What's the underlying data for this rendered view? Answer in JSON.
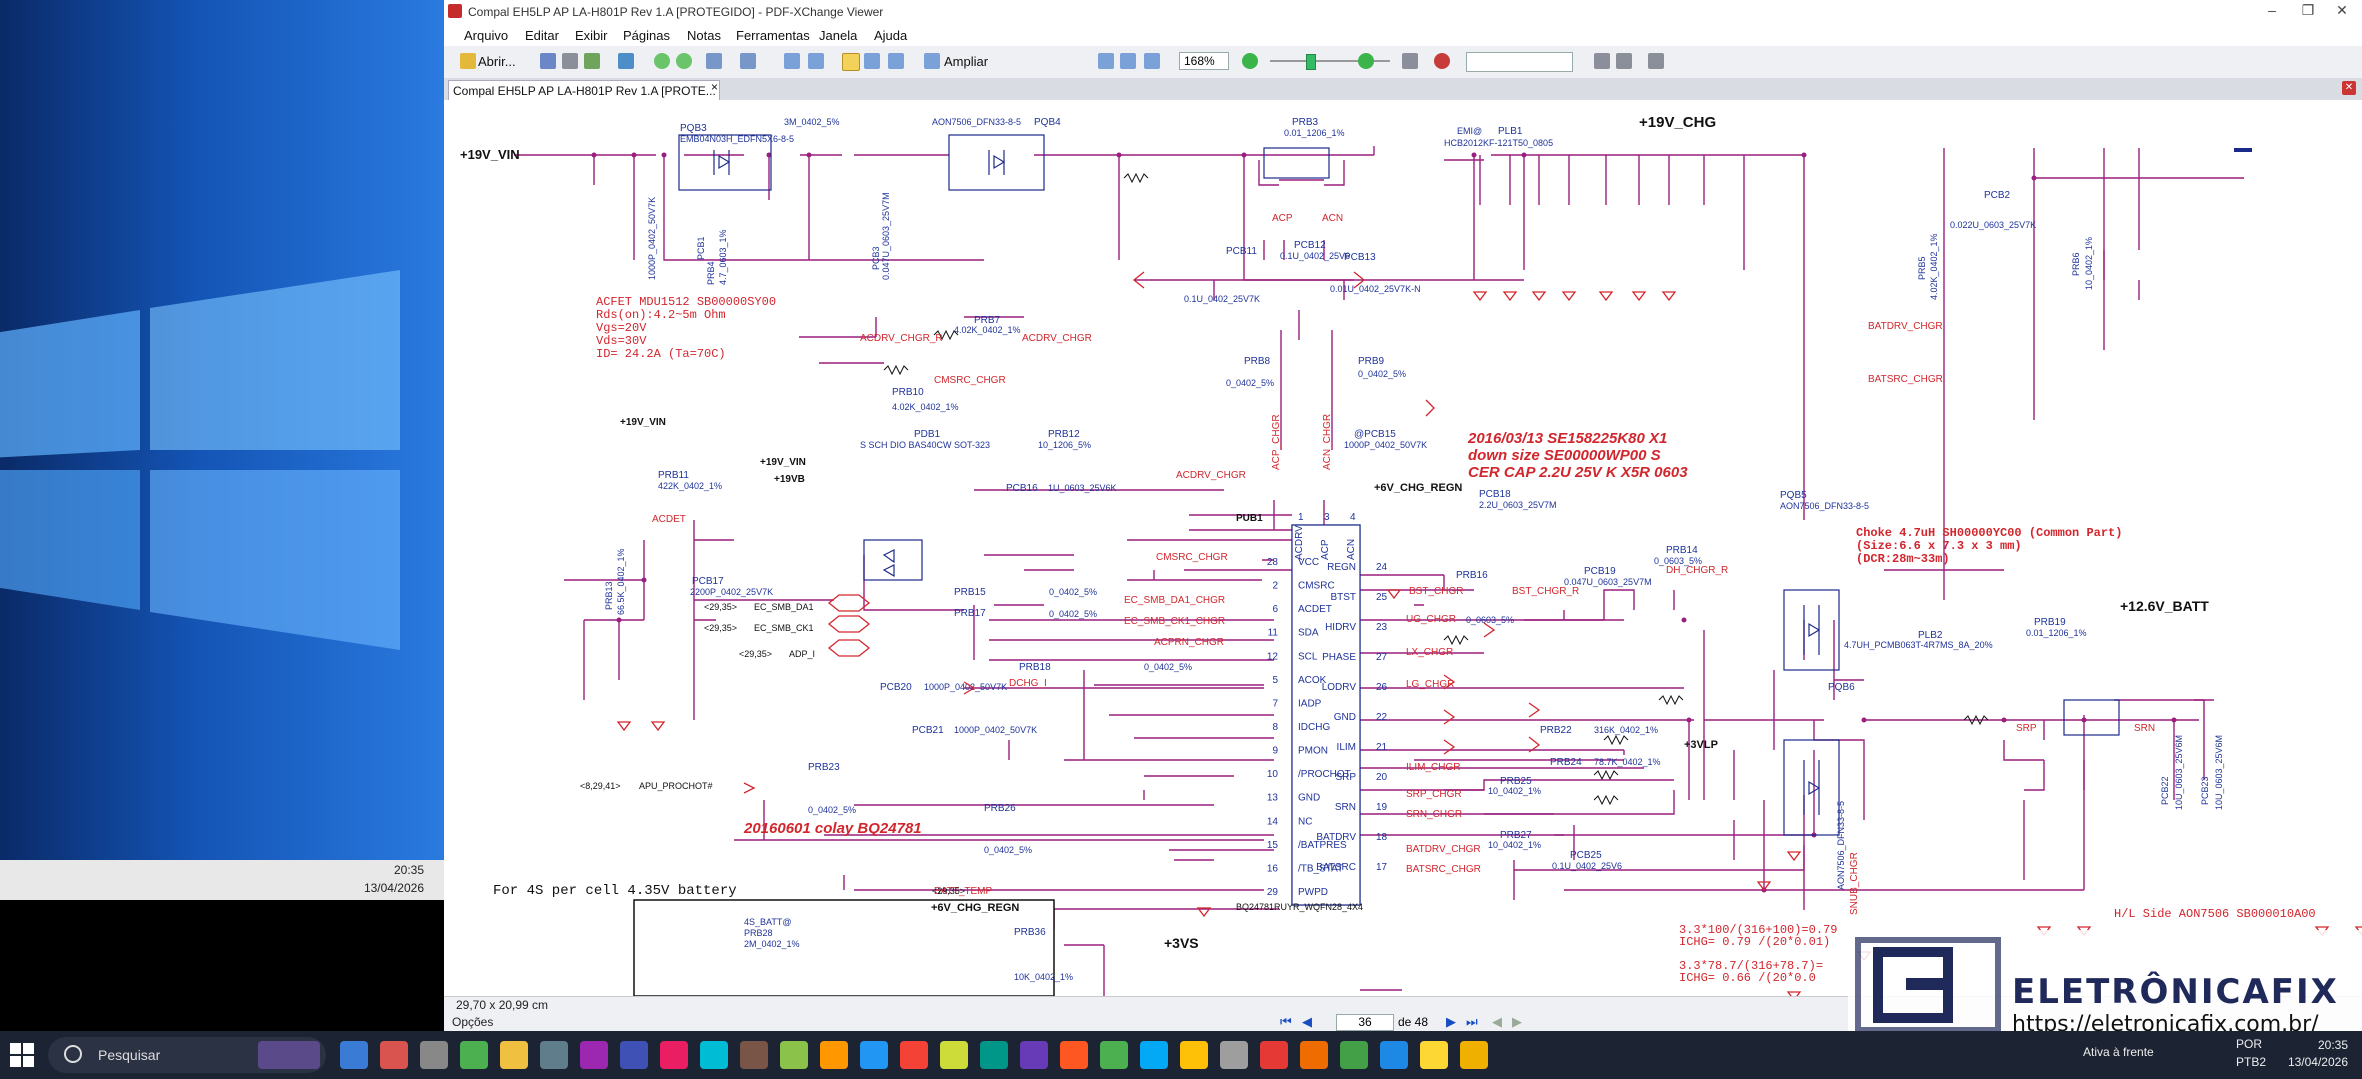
{
  "desktop": {
    "time": "20:35",
    "date": "13/04/2026"
  },
  "window": {
    "title": "Compal EH5LP AP LA-H801P Rev 1.A [PROTEGIDO] - PDF-XChange Viewer"
  },
  "menu": [
    "Arquivo",
    "Editar",
    "Exibir",
    "Páginas",
    "Notas",
    "Ferramentas",
    "Janela",
    "Ajuda"
  ],
  "toolbar": {
    "open_label": "Abrir...",
    "zoom_label": "Ampliar",
    "zoom_value": "168%"
  },
  "tab": {
    "label": "Compal EH5LP AP LA-H801P Rev 1.A [PROTE...",
    "close": "×"
  },
  "schematic": {
    "rails": {
      "vin": "+19V_VIN",
      "chg": "+19V_CHG",
      "batt": "+12.6V_BATT",
      "vin2": "+19V_VIN",
      "vb": "+19VB",
      "regn": "+6V_CHG_REGN",
      "regn2": "+6V_CHG_REGN",
      "vlp": "+3VLP",
      "vs": "+3VS"
    },
    "parts": {
      "pqb3": "PQB3",
      "pqb3_val": "EMB04N03H_EDFN5X6-8-5",
      "pqb4": "PQB4",
      "pqb4_val": "AON7506_DFN33-8-5",
      "prb3": "PRB3",
      "prb3_val": "0.01_1206_1%",
      "plb1": "PLB1",
      "plb1_val": "HCB2012KF-121T50_0805",
      "emi": "EMI@",
      "r3m": "3M_0402_5%",
      "pcb1": "PCB1",
      "pcb1_val": "1000P_0402_50V7K",
      "prb4": "PRB4",
      "prb4_val": "4.7_0603_1%",
      "pcb3": "PCB3",
      "pcb3_val": "0.047U_0603_25V7M",
      "pcb11": "PCB11",
      "pcb11_val": "0.1U_0402_25V7K",
      "pcb12": "PCB12",
      "pcb12_val": "0.1U_0402_25V6",
      "pcb13": "PCB13",
      "pcb13_val": "0.01U_0402_25V7K-N",
      "prb7": "PRB7",
      "prb7_val": "4.02K_0402_1%",
      "prb10": "PRB10",
      "prb10_val": "4.02K_0402_1%",
      "prb8": "PRB8",
      "prb8_val": "0_0402_5%",
      "prb9": "PRB9",
      "prb9_val": "0_0402_5%",
      "pdb1": "PDB1",
      "pdb1_val": "S SCH DIO BAS40CW SOT-323",
      "prb12": "PRB12",
      "prb12_val": "10_1206_5%",
      "pcb16": "PCB16",
      "pcb16_val": "1U_0603_25V6K",
      "pcb15": "@PCB15",
      "pcb15_val": "1000P_0402_50V7K",
      "prb11": "PRB11",
      "prb11_val": "422K_0402_1%",
      "prb13": "PRB13",
      "prb13_val": "66.5K_0402_1%",
      "pcb17": "PCB17",
      "pcb17_val": "2200P_0402_25V7K",
      "prb15": "PRB15",
      "prb17": "PRB17",
      "prb15_val": "0_0402_5%",
      "prb17_val": "0_0402_5%",
      "prb18": "PRB18",
      "prb18_val": "0_0402_5%",
      "pcb20": "PCB20",
      "pcb20_val": "1000P_0402_50V7K",
      "pcb21": "PCB21",
      "pcb21_val": "1000P_0402_50V7K",
      "prb23": "PRB23",
      "prb23_val": "0_0402_5%",
      "prb26": "PRB26",
      "prb26_val": "0_0402_5%",
      "prb36": "PRB36",
      "prb36_val": "10K_0402_1%",
      "pcb18": "PCB18",
      "pcb18_val": "2.2U_0603_25V7M",
      "prb16": "PRB16",
      "prb16_val": "0_0603_5%",
      "pcb19": "PCB19",
      "pcb19_val": "0.047U_0603_25V7M",
      "prb14": "PRB14",
      "prb14_val": "0_0603_5%",
      "prb22": "PRB22",
      "prb22_val": "316K_0402_1%",
      "prb24": "PRB24",
      "prb24_val": "78.7K_0402_1%",
      "prb25": "PRB25",
      "prb25_val": "10_0402_1%",
      "prb27": "PRB27",
      "prb27_val": "10_0402_1%",
      "pcb25": "PCB25",
      "pcb25_val": "0.1U_0402_25V6",
      "pqb5": "PQB5",
      "pqb5_val": "AON7506_DFN33-8-5",
      "pqb6": "PQB6",
      "pqb6_val": "AON7506_DFN33-8-5",
      "plb2": "PLB2",
      "plb2_val": "4.7UH_PCMB063T-4R7MS_8A_20%",
      "prb19": "PRB19",
      "prb19_val": "0.01_1206_1%",
      "pcb2": "PCB2",
      "pcb2_val": "0.022U_0603_25V7K",
      "prb5": "PRB5",
      "prb5_val": "4.02K_0402_1%",
      "prb6": "PRB6",
      "prb6_val": "10_0402_1%",
      "pcb22": "PCB22",
      "pcb23": "PCB23",
      "pcb22_val": "10U_0603_25V6M",
      "pub1": "PUB1",
      "pub1_val": "BQ24781RUYR_WQFN28_4X4",
      "prb28": "PRB28",
      "prb28_val": "2M_0402_1%",
      "batt4s": "4S_BATT@"
    },
    "notes": {
      "acfet1": "ACFET MDU1512 SB00000SY00",
      "acfet2": "Rds(on):4.2~5m Ohm",
      "acfet3": "Vgs=20V",
      "acfet4": "Vds=30V",
      "acfet5": "ID= 24.2A (Ta=70C)",
      "red1": "2016/03/13  SE158225K80  X1",
      "red2": "down size SE00000WP00  S",
      "red3": "CER CAP 2.2U 25V K X5R 0603",
      "colay": "20160601 colay BQ24781",
      "choke1": "Choke 4.7uH SH00000YC00 (Common Part)",
      "choke2": "(Size:6.6 x 7.3 x 3 mm)",
      "choke3": "(DCR:28m~33m)",
      "calc1": "3.3*100/(316+100)=0.79",
      "calc2": "ICHG= 0.79 /(20*0.01)",
      "calc3": "3.3*78.7/(316+78.7)=",
      "calc4": "ICHG= 0.66 /(20*0.0",
      "hl": "H/L Side AON7506 SB000010A00",
      "battbox": "For 4S per cell 4.35V battery"
    },
    "pins_left": [
      {
        "n": "28",
        "name": "VCC"
      },
      {
        "n": "2",
        "name": "CMSRC"
      },
      {
        "n": "6",
        "name": "ACDET"
      },
      {
        "n": "11",
        "name": "SDA"
      },
      {
        "n": "12",
        "name": "SCL"
      },
      {
        "n": "5",
        "name": "ACOK"
      },
      {
        "n": "7",
        "name": "IADP"
      },
      {
        "n": "8",
        "name": "IDCHG"
      },
      {
        "n": "9",
        "name": "PMON"
      },
      {
        "n": "10",
        "name": "/PROCHOT"
      },
      {
        "n": "13",
        "name": "GND"
      },
      {
        "n": "14",
        "name": "NC"
      },
      {
        "n": "15",
        "name": "/BATPRES"
      },
      {
        "n": "16",
        "name": "/TB_STAT"
      },
      {
        "n": "29",
        "name": "PWPD"
      }
    ],
    "pins_right": [
      {
        "n": "24",
        "name": "REGN"
      },
      {
        "n": "25",
        "name": "BTST"
      },
      {
        "n": "23",
        "name": "HIDRV"
      },
      {
        "n": "27",
        "name": "PHASE"
      },
      {
        "n": "26",
        "name": "LODRV"
      },
      {
        "n": "22",
        "name": "GND"
      },
      {
        "n": "21",
        "name": "ILIM"
      },
      {
        "n": "20",
        "name": "SRP"
      },
      {
        "n": "19",
        "name": "SRN"
      },
      {
        "n": "18",
        "name": "BATDRV"
      },
      {
        "n": "17",
        "name": "BATSRC"
      }
    ],
    "pins_top": [
      {
        "n": "1",
        "name": "ACDRV"
      },
      {
        "n": "3",
        "name": "ACP"
      },
      {
        "n": "4",
        "name": "ACN"
      }
    ],
    "nets": {
      "acdrv_chgr_r": "ACDRV_CHGR_R",
      "acdrv_chgr": "ACDRV_CHGR",
      "cmsrc_chgr": "CMSRC_CHGR",
      "acp": "ACP",
      "acn": "ACN",
      "acp_chgr": "ACP_CHGR",
      "acn_chgr": "ACN_CHGR",
      "acdet": "ACDET",
      "acdrv2": "ACDRV_CHGR",
      "cmsrc2": "CMSRC_CHGR",
      "smb_da": "EC_SMB_DA1_CHGR",
      "smb_ck": "EC_SMB_CK1_CHGR",
      "acprn": "ACPRN_CHGR",
      "dchg": "DCHG_I",
      "bst": "BST_CHGR",
      "bst_r": "BST_CHGR_R",
      "dh_r": "DH_CHGR_R",
      "ug": "UG_CHGR",
      "lx": "LX_CHGR",
      "lg": "LG_CHGR",
      "ilim": "ILIM_CHGR",
      "srp": "SRP_CHGR",
      "srn": "SRN_CHGR",
      "batdrv": "BATDRV_CHGR",
      "batsrc": "BATSRC_CHGR",
      "batdrv2": "BATDRV_CHGR",
      "batsrc2": "BATSRC_CHGR",
      "srp2": "SRP",
      "srn2": "SRN",
      "snub": "SNUB_CHGR",
      "ec_da": "EC_SMB_DA1",
      "ec_ck": "EC_SMB_CK1",
      "adp": "ADP_I",
      "apu": "APU_PROCHOT#",
      "batt_temp": "BATT_TEMP",
      "r2935a": "<29,35>",
      "r2935b": "<29,35>",
      "r2935c": "<29,35>",
      "r2935d": "<29,35>",
      "r8": "<8,29,41>"
    }
  },
  "status": {
    "page_size": "29,70 x 20,99 cm",
    "options": "Opções",
    "page_current": "36",
    "page_total": "de 48"
  },
  "taskbar": {
    "search": "Pesquisar",
    "lang": "POR",
    "kbd": "PTB2",
    "time": "20:35",
    "date": "13/04/2026",
    "tray_text": "Ativa à frente"
  },
  "watermark": {
    "brand": "ELETRÔNICAFIX",
    "url": "https://eletronicafix.com.br/"
  }
}
